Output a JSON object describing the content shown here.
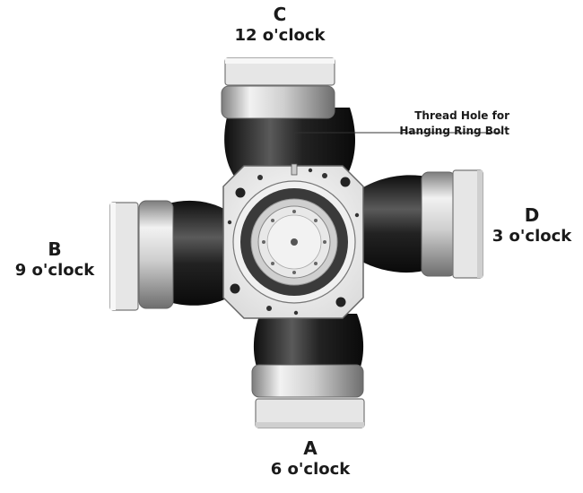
{
  "labels": {
    "top": {
      "letter": "C",
      "clock": "12 o'clock"
    },
    "left": {
      "letter": "B",
      "clock": "9 o'clock"
    },
    "right": {
      "letter": "D",
      "clock": "3 o'clock"
    },
    "bottom": {
      "letter": "A",
      "clock": "6 o'clock"
    }
  },
  "callout": {
    "line1": "Thread Hole for",
    "line2": "Hanging Ring Bolt"
  },
  "colors": {
    "rubber": "#1c1c1c",
    "metal_light": "#e8e8e8",
    "metal_mid": "#b5b5b5",
    "plate": "#f4f4f4",
    "outline": "#555555"
  }
}
